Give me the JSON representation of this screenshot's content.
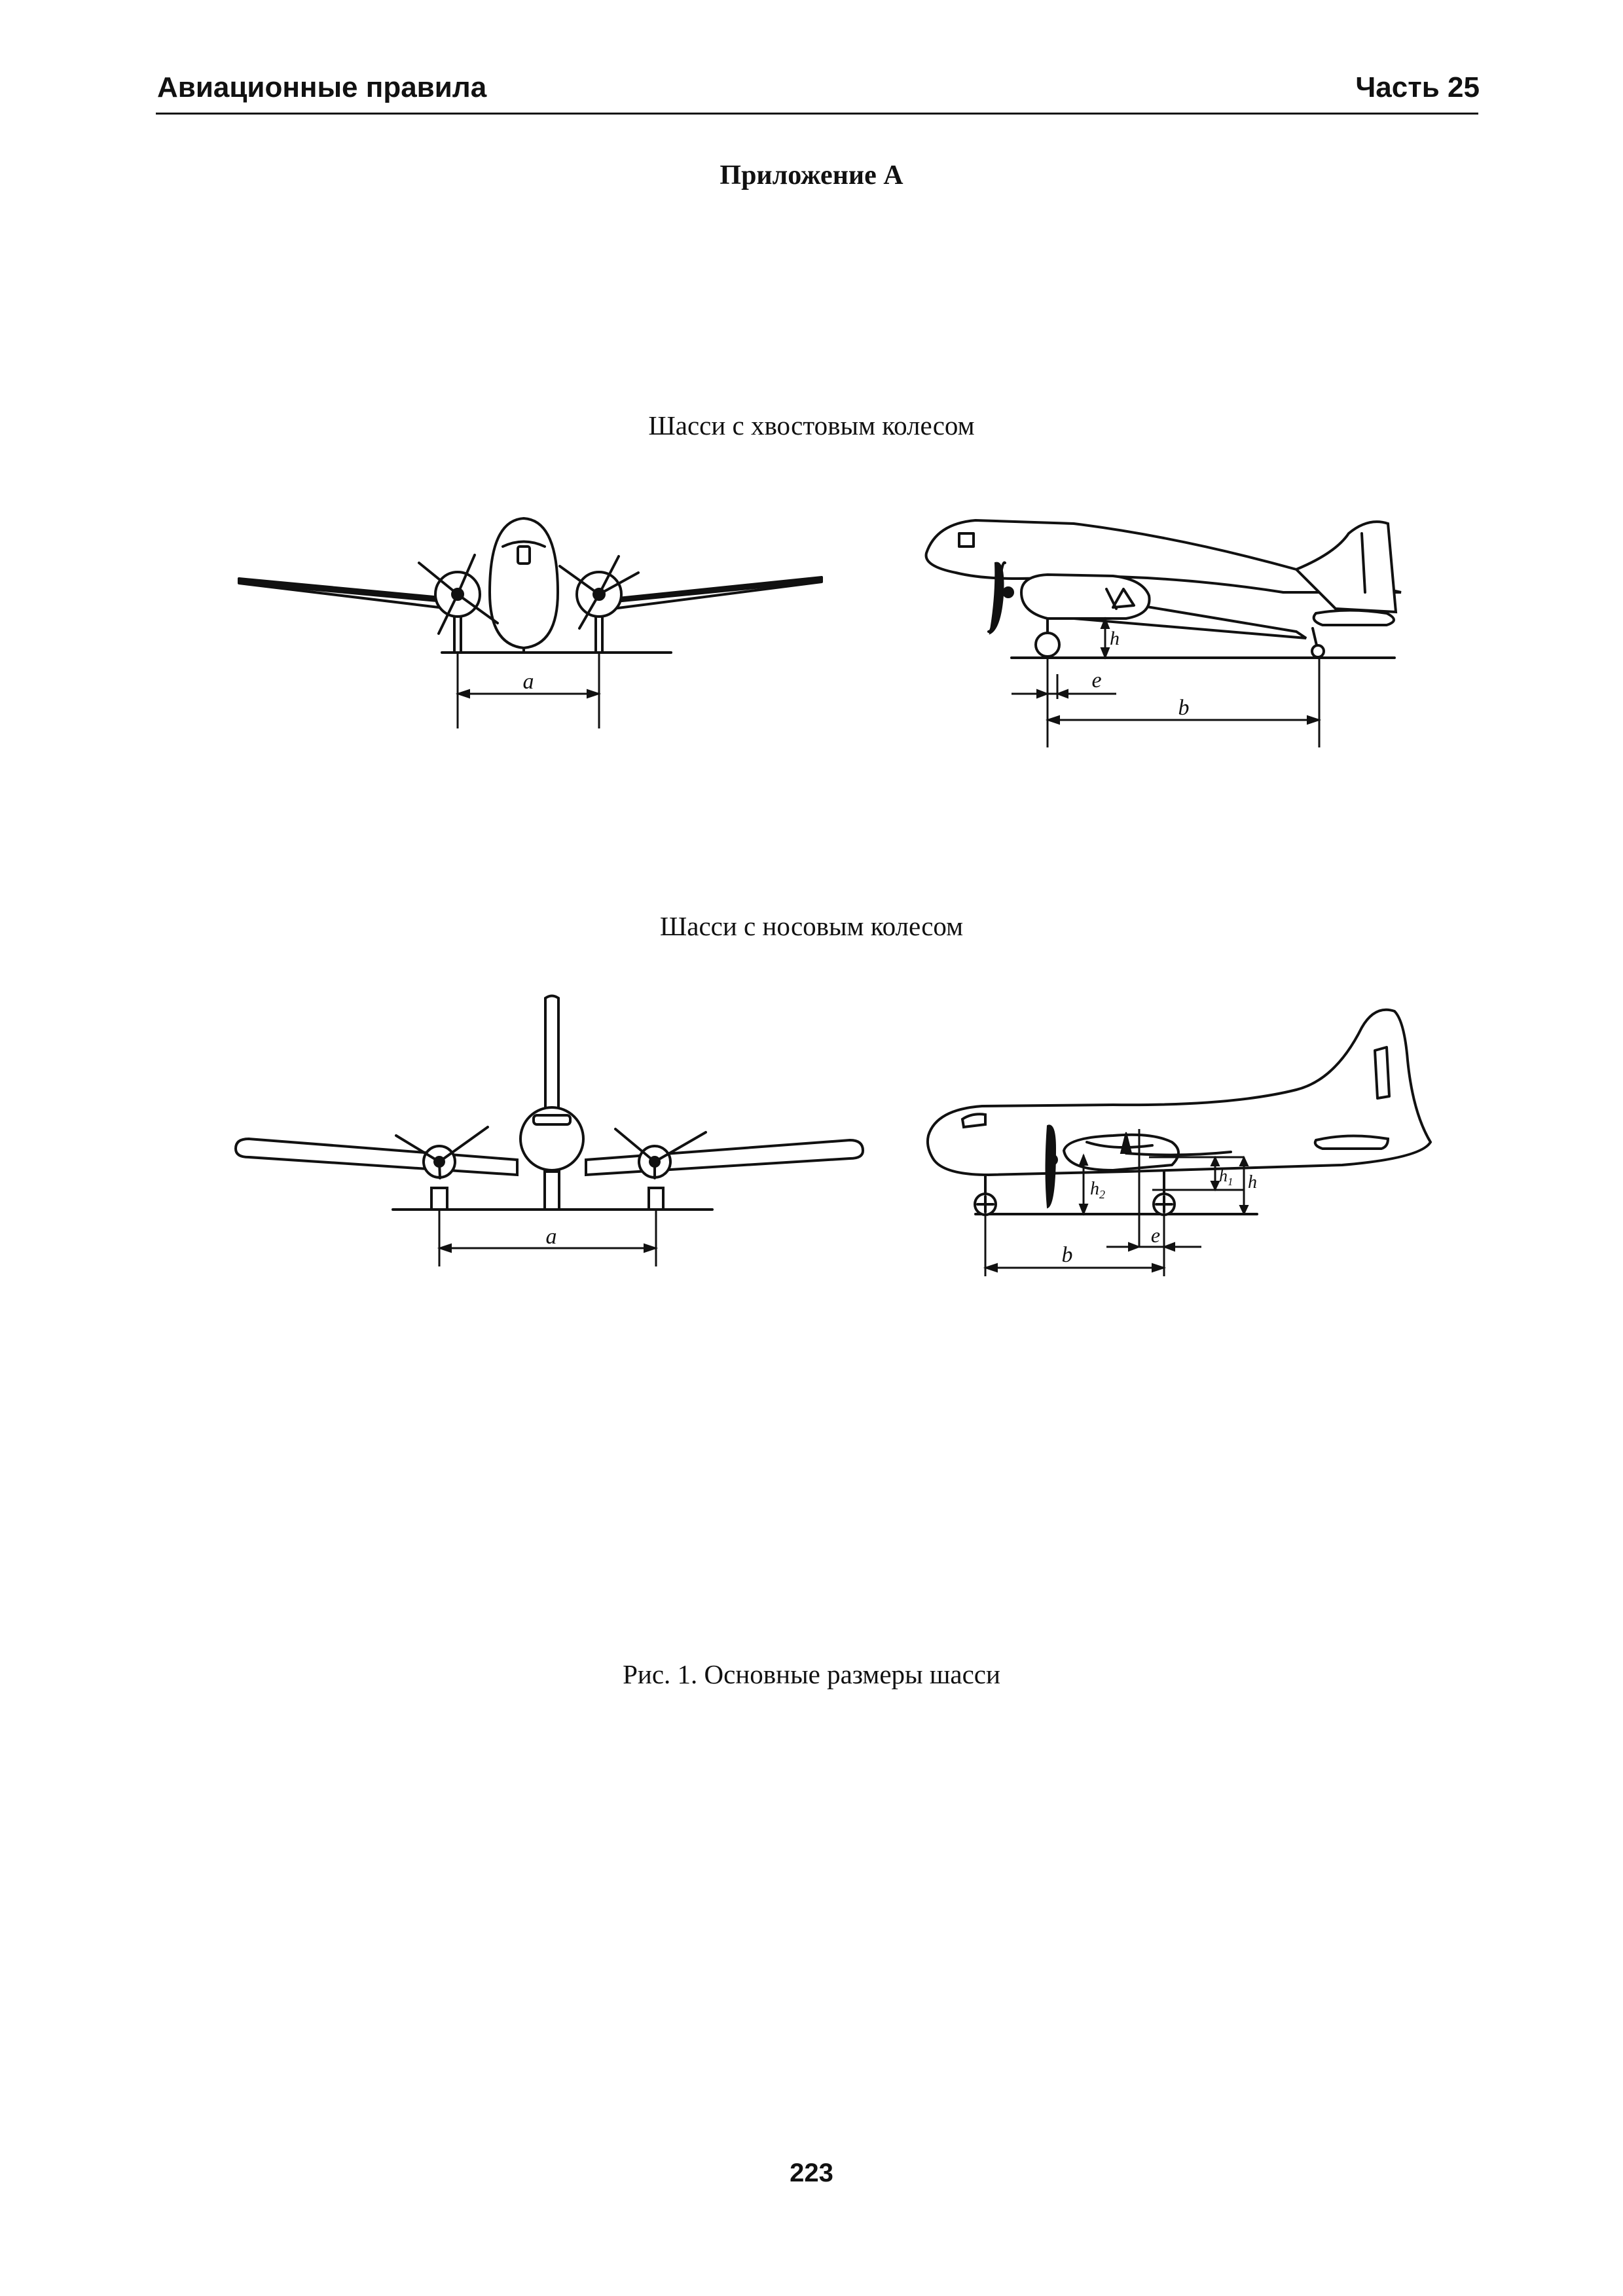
{
  "header": {
    "left": "Авиационные правила",
    "right": "Часть 25"
  },
  "appendix_title": "Приложение А",
  "sections": [
    {
      "caption": "Шасси с хвостовым колесом"
    },
    {
      "caption": "Шасси с носовым колесом"
    }
  ],
  "dimension_labels": {
    "a": "a",
    "b": "b",
    "e": "e",
    "h": "h",
    "h1": "h",
    "h1_sub": "1",
    "h2": "h",
    "h2_sub": "2"
  },
  "figure_caption": "Рис. 1. Основные размеры шасси",
  "page_number": "223"
}
